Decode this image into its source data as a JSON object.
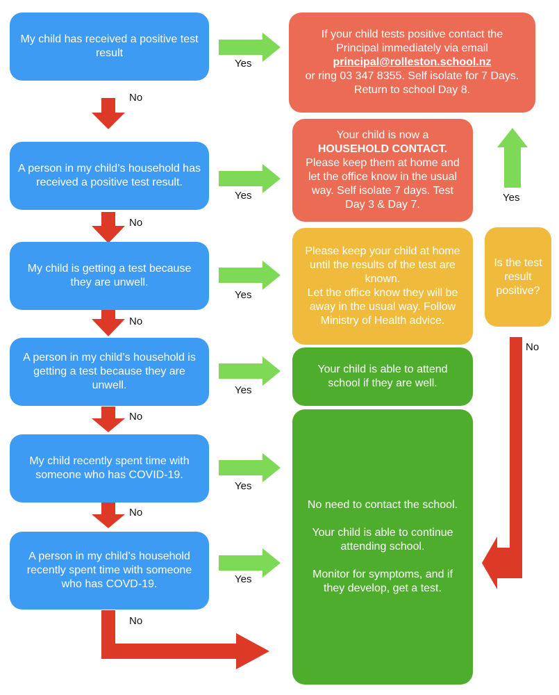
{
  "questions": [
    "My child has received a positive test result",
    "A person in my child’s household has received a positive test result.",
    "My child is getting a test because they are unwell.",
    "A person in my child’s household is getting a test because they are unwell.",
    "My child recently spent time with someone who has COVID-19.",
    "A person in my child’s household recently spent time with someone who has COVD-19."
  ],
  "outcomes": {
    "positive": {
      "line1": "If your child tests positive contact the Principal immediately via email",
      "email": "principal@rolleston.school.nz",
      "line2": "or ring 03 347 8355. Self isolate for 7 Days. Return to school Day 8."
    },
    "household_contact": {
      "intro": "Your child is now a",
      "bold": "HOUSEHOLD CONTACT.",
      "rest": "Please keep them at home and let the office know in the usual way. Self isolate 7 days. Test Day 3 & Day 7."
    },
    "awaiting_results": {
      "line1": "Please keep your child at home  until the results of the test are known.",
      "line2": "Let the office know they will be away in the usual way. Follow Ministry of Health advice."
    },
    "test_question": "Is the test result positive?",
    "able_to_attend": "Your child is able to attend school if they are well.",
    "no_need": {
      "p1": "No need to contact the school.",
      "p2": "Your child is able to continue attending school.",
      "p3": "Monitor for symptoms, and if they develop, get a test."
    }
  },
  "labels": {
    "yes": "Yes",
    "no": "No"
  },
  "colors": {
    "question": "#3d9bf3",
    "urgent": "#ec6b55",
    "caution": "#f0bb3d",
    "safe": "#4ead2d",
    "yes_arrow": "#7ed957",
    "no_arrow": "#dc3a27"
  }
}
